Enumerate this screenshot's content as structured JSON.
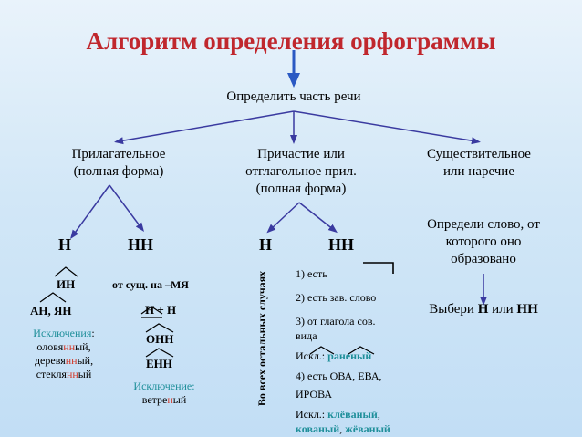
{
  "title": "Алгоритм определения орфограммы",
  "root": "Определить часть речи",
  "categories": [
    {
      "line1": "Прилагательное",
      "line2": "(полная форма)"
    },
    {
      "line1": "Причастие или",
      "line2": "отглагольное прил.",
      "line3": "(полная форма)"
    },
    {
      "line1": "Существительное",
      "line2": "или наречие"
    }
  ],
  "adj": {
    "n": "Н",
    "nn": "НН",
    "in": "ИН",
    "an_yan": "АН, ЯН",
    "exceptions_label": "Исключения",
    "exceptions_colon": ":",
    "exc1": {
      "a": "оловя",
      "b": "нн",
      "c": "ый,"
    },
    "exc2": {
      "a": "деревя",
      "b": "нн",
      "c": "ый,"
    },
    "exc3": {
      "a": "стекля",
      "b": "нн",
      "c": "ый"
    },
    "from_noun": "от сущ. на –МЯ",
    "n_plus": "Н",
    "plus_n": "+ Н",
    "onn": "ОНН",
    "enn": "ЕНН",
    "exception2_label": "Исключение:",
    "exc4": {
      "a": "ветре",
      "b": "н",
      "c": "ый"
    }
  },
  "participle": {
    "n": "Н",
    "nn": "НН",
    "vertical": "Во всех остальных случаях",
    "r1": "1) есть",
    "r2": "2) есть зав. слово",
    "r3a": "3) от глагола сов.",
    "r3b": "вида",
    "r4label": "Искл.: ",
    "r4word": "раненый",
    "r5": "4) есть ОВА,   ЕВА,",
    "r6": "ИРОВА",
    "r7label": "Искл.: ",
    "r7w1": "клёваный",
    "r7sep": ",",
    "r7w2": "кованый",
    "r7sep2": ", ",
    "r7w3": "жёваный"
  },
  "noun": {
    "determine1": "Определи слово, от",
    "determine2": "которого оно",
    "determine3": "образовано",
    "choose_prefix": "Выбери ",
    "choose_n": "Н",
    "choose_or": " или ",
    "choose_nn": "НН"
  },
  "colors": {
    "title": "#c0272d",
    "arrow": "#2b59c3",
    "teal": "#1f8f9a",
    "red": "#d43a2a",
    "line": "#3a3aa0"
  }
}
